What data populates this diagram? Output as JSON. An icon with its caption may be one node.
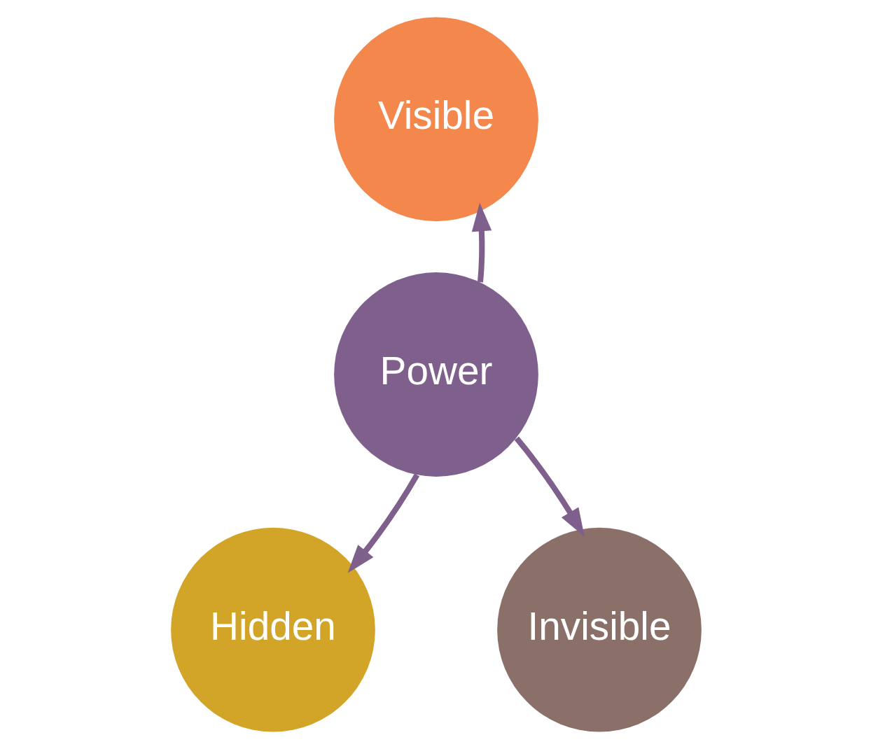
{
  "diagram": {
    "nodes": [
      {
        "text": [
          "Visible"
        ]
      },
      {
        "text": [
          "Power"
        ]
      },
      {
        "text": [
          "Hidden"
        ]
      },
      {
        "text": [
          "Invisible"
        ]
      }
    ],
    "edges": [
      {
        "from": 1,
        "to": 0,
        "arrow": "to"
      },
      {
        "from": 1,
        "to": 2,
        "arrow": "to"
      },
      {
        "from": 1,
        "to": 3,
        "arrow": "to"
      }
    ]
  }
}
